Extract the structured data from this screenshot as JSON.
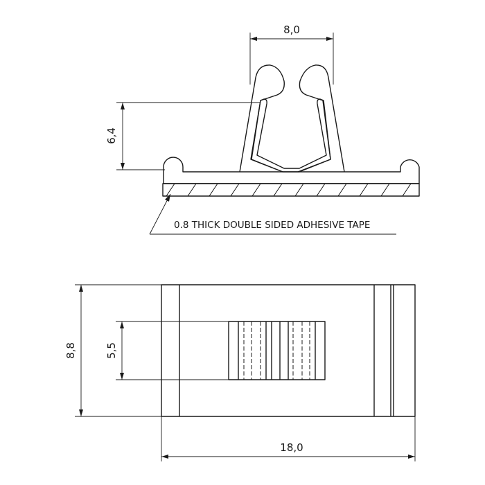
{
  "side_view": {
    "dim_width": "8,0",
    "dim_height": "6,4",
    "tape_note": "0.8 THICK DOUBLE SIDED ADHESIVE TAPE"
  },
  "top_view": {
    "dim_height_total": "8,8",
    "dim_height_inner": "5,5",
    "dim_width_total": "18,0"
  }
}
